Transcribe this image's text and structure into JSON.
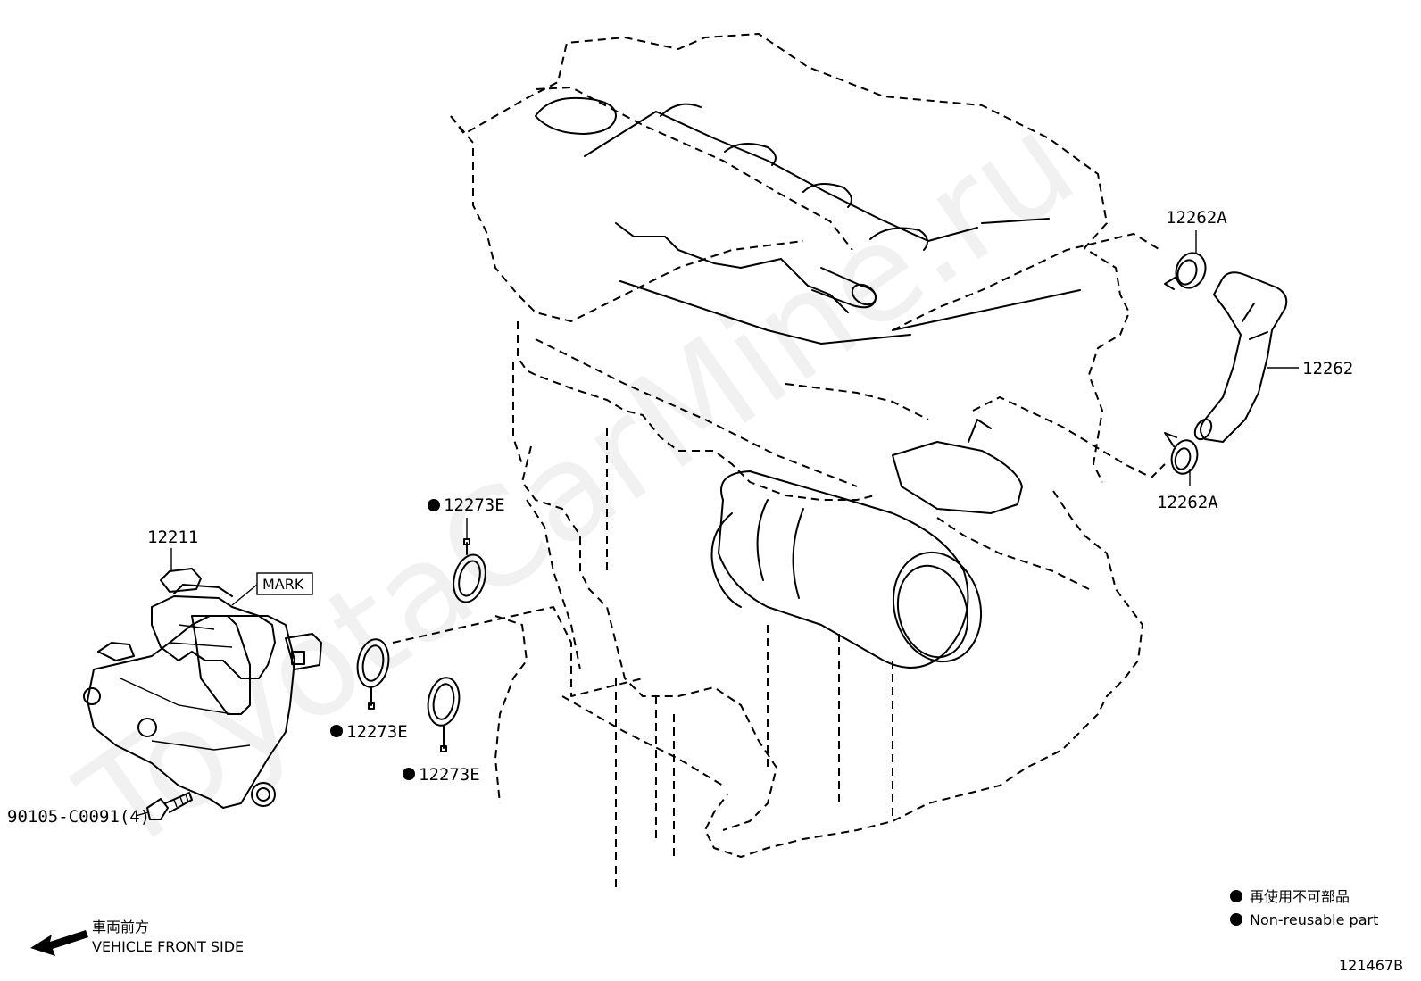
{
  "watermark": "ToyotaCarMine.ru",
  "callouts": {
    "clamp_upper": "12262A",
    "hose": "12262",
    "clamp_lower": "12262A",
    "gasket_top": "12273E",
    "gasket_left": "12273E",
    "gasket_bottom": "12273E",
    "separator": "12211",
    "mark": "MARK",
    "bolt": "90105-C0091(4)"
  },
  "legend": {
    "items": [
      {
        "text": "再使用不可部品"
      },
      {
        "text": "Non-reusable part"
      }
    ]
  },
  "direction": {
    "jp": "車両前方",
    "en": "VEHICLE FRONT SIDE"
  },
  "diagram_id": "121467B"
}
